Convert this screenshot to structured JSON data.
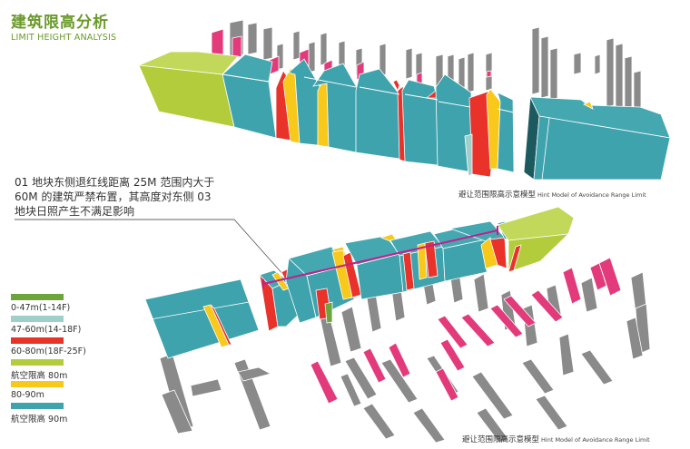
{
  "header": {
    "title_cn": "建筑限高分析",
    "title_en": "LIMIT HEIGHT ANALYSIS"
  },
  "annotation": {
    "lines": [
      "01 地块东侧退红线距离 25M 范围内大于",
      "60M 的建筑严禁布置，其高度对东侧 03",
      "地块日照产生不满足影响"
    ]
  },
  "captions": {
    "top": {
      "cn": "避让范围限高示意模型",
      "en": "Hint Model of Avoidance Range Limit"
    },
    "bottom": {
      "cn": "避让范围限高示意模型",
      "en": "Hint Model of Avoidance Range Limit"
    }
  },
  "legend": {
    "items": [
      {
        "label": "0-47m(1-14F)",
        "color": "#6ea43c"
      },
      {
        "label": "47-60m(14-18F)",
        "color": "#9fcfc9"
      },
      {
        "label": "60-80m(18F-25F)",
        "color": "#e8322a"
      },
      {
        "label": "航空限高 80m",
        "color": "#b2cc3c"
      },
      {
        "label": "80-90m",
        "color": "#f8c81a"
      },
      {
        "label": "航空限高 90m",
        "color": "#3ea3ad"
      }
    ]
  },
  "colors": {
    "teal": "#3ea3ad",
    "teal_dark": "#1d5a60",
    "lime": "#b2cc3c",
    "red": "#e8322a",
    "yellow": "#f8c81a",
    "pink": "#e23a7a",
    "gray": "#8a8a8a",
    "magenta_line": "#c0208e",
    "title_green": "#6a9a2a"
  }
}
